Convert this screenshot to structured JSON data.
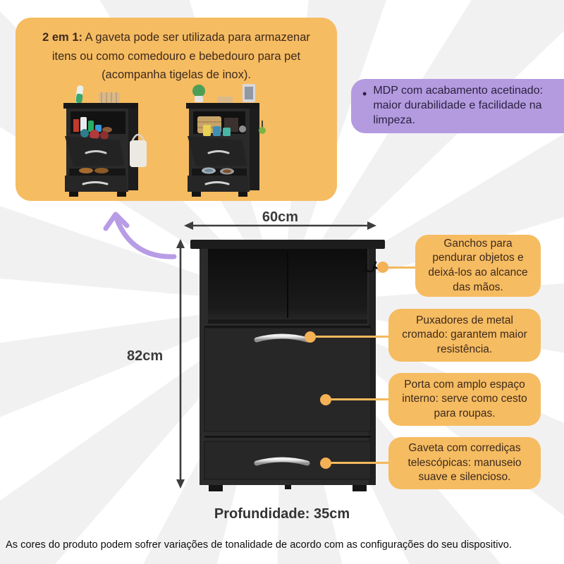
{
  "feature_panel": {
    "title_bold": "2 em 1:",
    "title_rest": " A gaveta pode ser utilizada para armazenar itens ou como comedouro e bebedouro para pet (acompanha tigelas de inox)."
  },
  "material_note": {
    "text": "MDP com acabamento acetinado: maior durabilidade e facilidade na limpeza."
  },
  "dimensions": {
    "width_label": "60cm",
    "height_label": "82cm",
    "depth": "Profundidade: 35cm"
  },
  "callouts": [
    {
      "id": "hooks",
      "text": "Ganchos para pendurar objetos e deixá-los ao alcance das mãos."
    },
    {
      "id": "handles",
      "text": "Puxadores de metal cromado: garantem maior resistência."
    },
    {
      "id": "door",
      "text": "Porta com amplo espaço interno: serve como cesto para roupas."
    },
    {
      "id": "drawer",
      "text": "Gaveta com corrediças telescópicas: manuseio suave e silencioso."
    }
  ],
  "disclaimer": "As cores do produto podem sofrer variações de tonalidade de acordo com as configurações do seu dispositivo.",
  "icons": {
    "bullet": "•"
  },
  "colors": {
    "accent_orange": "#F6BC61",
    "accent_purple": "#B49BE0",
    "arrow_purple": "#B89CE6",
    "text_dark_brown": "#3D2A1E",
    "text_dark_purple": "#2B2140",
    "cabinet_black": "#2B2B2B",
    "connector_orange": "#F2B95C",
    "dim_gray": "#3B3B3B"
  }
}
